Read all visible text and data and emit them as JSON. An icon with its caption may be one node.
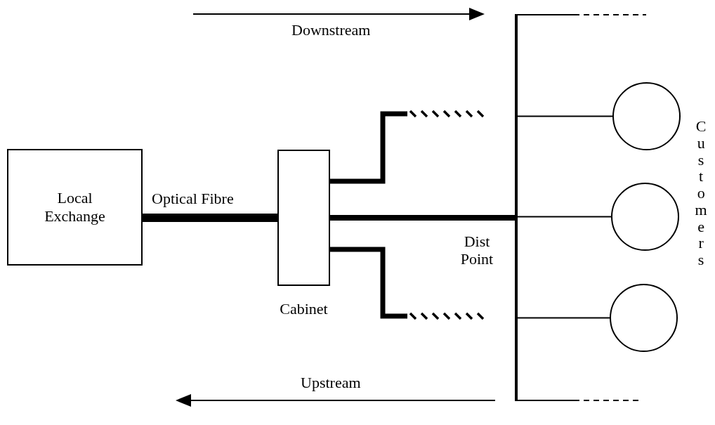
{
  "diagram": {
    "nodes": [
      {
        "text": [
          "Local Exchange"
        ]
      },
      {
        "text": [
          "Cabinet"
        ]
      },
      {
        "text": [],
        "shape": "bar",
        "beside": [
          "Dist Point"
        ]
      },
      {
        "text": [],
        "shape": "circle"
      },
      {
        "text": [],
        "shape": "circle"
      },
      {
        "text": [],
        "shape": "circle"
      }
    ],
    "edges": [
      {
        "from": 0,
        "to": 1,
        "arrow": "none",
        "style": "thick",
        "label": "Optical Fibre"
      },
      {
        "from": 1,
        "to": 2,
        "arrow": "none",
        "style": "thick"
      },
      {
        "from": 1,
        "to": null,
        "arrow": "none",
        "style": "thick"
      },
      {
        "from": 1,
        "to": null,
        "arrow": "none",
        "style": "thick"
      },
      {
        "from": 2,
        "to": 3,
        "arrow": "none"
      },
      {
        "from": 2,
        "to": 4,
        "arrow": "none"
      },
      {
        "from": 2,
        "to": 5,
        "arrow": "none"
      },
      {
        "from": 2,
        "to": null,
        "arrow": "none",
        "style": "dashed"
      },
      {
        "from": 2,
        "to": null,
        "arrow": "none",
        "style": "dashed"
      }
    ],
    "labels": [
      "Downstream",
      "Customers",
      "Upstream"
    ]
  }
}
